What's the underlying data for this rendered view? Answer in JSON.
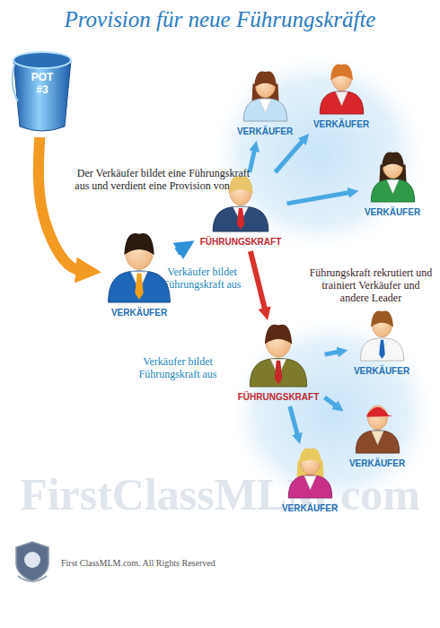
{
  "diagram": {
    "title": "Provision für neue Führungskräfte",
    "nodes": [
      {
        "text": [
          "POT #3"
        ]
      },
      {
        "text": [
          "VERKÄUFER"
        ]
      },
      {
        "text": [
          "VERKÄUFER"
        ]
      },
      {
        "text": [
          "VERKÄUFER"
        ]
      },
      {
        "text": [
          "FÜHRUNGSKRAFT"
        ]
      },
      {
        "text": [
          "VERKÄUFER"
        ]
      },
      {
        "text": [
          "FÜHRUNGSKRAFT"
        ]
      },
      {
        "text": [
          "VERKÄUFER"
        ]
      },
      {
        "text": [
          "VERKÄUFER"
        ]
      },
      {
        "text": [
          "VERKÄUFER"
        ]
      }
    ],
    "edges": [
      {
        "from": 0,
        "to": 5,
        "arrow": "to"
      },
      {
        "from": 5,
        "to": 4,
        "arrow": "to"
      },
      {
        "from": 4,
        "to": 1,
        "arrow": "to"
      },
      {
        "from": 4,
        "to": 2,
        "arrow": "to"
      },
      {
        "from": 4,
        "to": 3,
        "arrow": "to"
      },
      {
        "from": 4,
        "to": 6,
        "arrow": "to"
      },
      {
        "from": 6,
        "to": 7,
        "arrow": "to"
      },
      {
        "from": 6,
        "to": 8,
        "arrow": "to"
      },
      {
        "from": 6,
        "to": 9,
        "arrow": "to"
      }
    ],
    "labels": [
      "Der Verkäufer bildet eine Führungskraft aus und verdient eine Provision von 10%",
      "Verkäufer bildet Führungskraft aus",
      "Führungskraft rekrutiert und trainiert Verkäufer und andere Leader",
      "Verkäufer bildet Führungskraft aus",
      "FirstClassMLM.com",
      "First ClassMLM.com. All Rights Reserved"
    ]
  }
}
